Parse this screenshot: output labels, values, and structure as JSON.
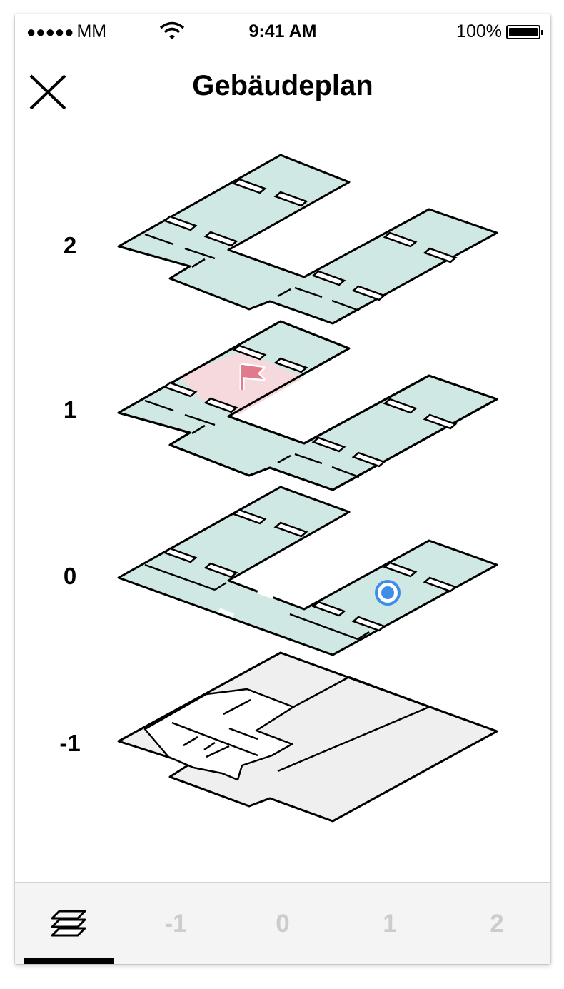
{
  "status_bar": {
    "signal": "●●●●●",
    "carrier": "MM",
    "time": "9:41 AM",
    "battery": "100%"
  },
  "header": {
    "title": "Gebäudeplan",
    "close_icon": "close-icon"
  },
  "floors": [
    {
      "label": "2",
      "state": "default"
    },
    {
      "label": "1",
      "state": "destination",
      "marker": "flag-icon"
    },
    {
      "label": "0",
      "state": "current-location",
      "marker": "location-dot-icon"
    },
    {
      "label": "-1",
      "state": "inactive"
    }
  ],
  "tabs": [
    {
      "icon": "layers-icon",
      "label": "",
      "active": true
    },
    {
      "label": "-1",
      "active": false
    },
    {
      "label": "0",
      "active": false
    },
    {
      "label": "1",
      "active": false
    },
    {
      "label": "2",
      "active": false
    }
  ],
  "colors": {
    "floor_fill": "#cfe8e3",
    "destination_fill": "#f5d9dc",
    "basement_fill": "#efefef",
    "flag": "#e07a8c",
    "location": "#3d8ee6",
    "tab_inactive": "#cccccc"
  }
}
